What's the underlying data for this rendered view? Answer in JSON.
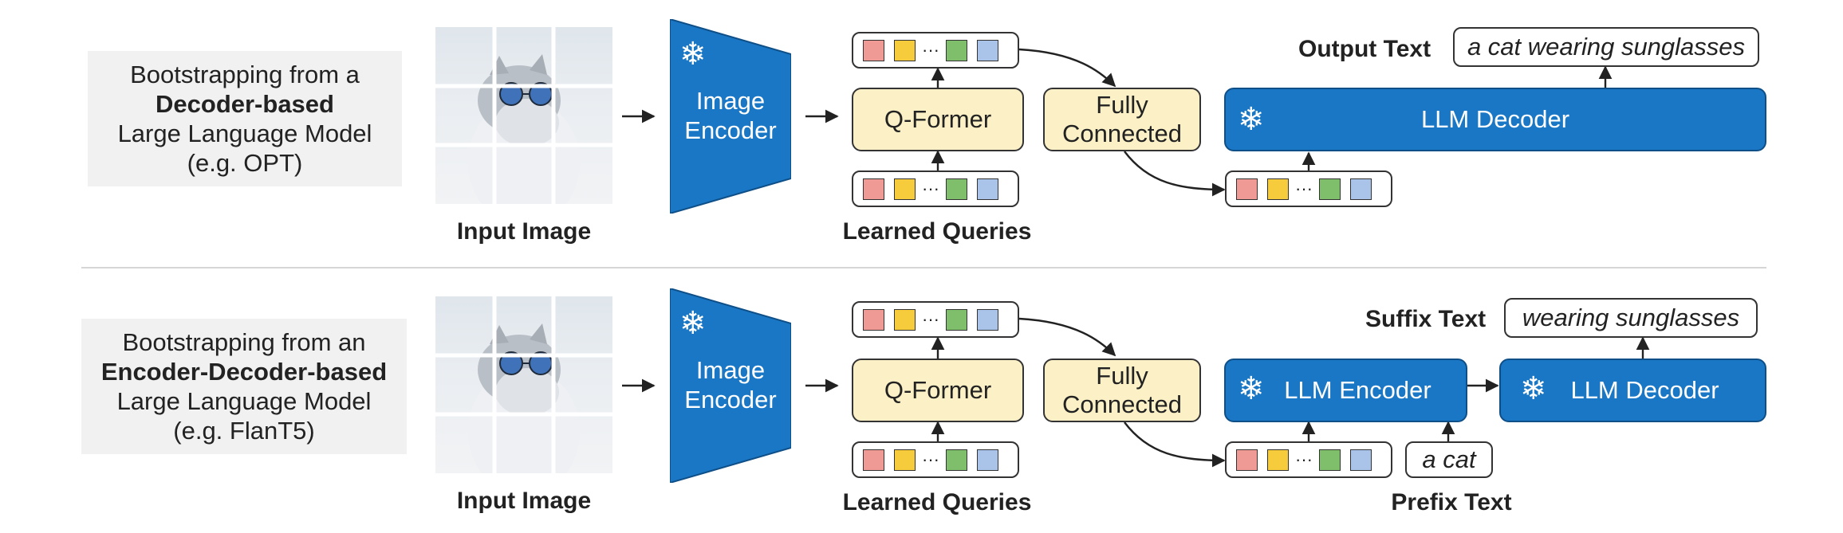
{
  "top": {
    "description": {
      "line1": "Bootstrapping from a",
      "line2": "Decoder-based",
      "line3": "Large Language Model",
      "line4": "(e.g. OPT)"
    },
    "input_image_label": "Input Image",
    "image_encoder": {
      "line1": "Image",
      "line2": "Encoder"
    },
    "q_former": "Q-Former",
    "learned_queries_label": "Learned Queries",
    "fully_connected": {
      "line1": "Fully",
      "line2": "Connected"
    },
    "llm_decoder": "LLM Decoder",
    "output_text_label": "Output Text",
    "output_text": "a cat wearing sunglasses",
    "token_ellipsis": "···"
  },
  "bottom": {
    "description": {
      "line1": "Bootstrapping from an",
      "line2": "Encoder-Decoder-based",
      "line3": "Large Language Model",
      "line4": "(e.g. FlanT5)"
    },
    "input_image_label": "Input Image",
    "image_encoder": {
      "line1": "Image",
      "line2": "Encoder"
    },
    "q_former": "Q-Former",
    "learned_queries_label": "Learned Queries",
    "fully_connected": {
      "line1": "Fully",
      "line2": "Connected"
    },
    "llm_encoder": "LLM Encoder",
    "llm_decoder": "LLM Decoder",
    "suffix_text_label": "Suffix Text",
    "suffix_text": "wearing sunglasses",
    "prefix_text_label": "Prefix Text",
    "prefix_text": "a cat",
    "token_ellipsis": "···"
  },
  "colors": {
    "frozen_blue": "#1a77c5",
    "q_former_fill": "#fcf1c6",
    "token_red": "#ef9a94",
    "token_yellow": "#f7cc3c",
    "token_green": "#7fbe6a",
    "token_blue": "#a9c4e8"
  },
  "icons": {
    "frozen": "snowflake-icon"
  }
}
